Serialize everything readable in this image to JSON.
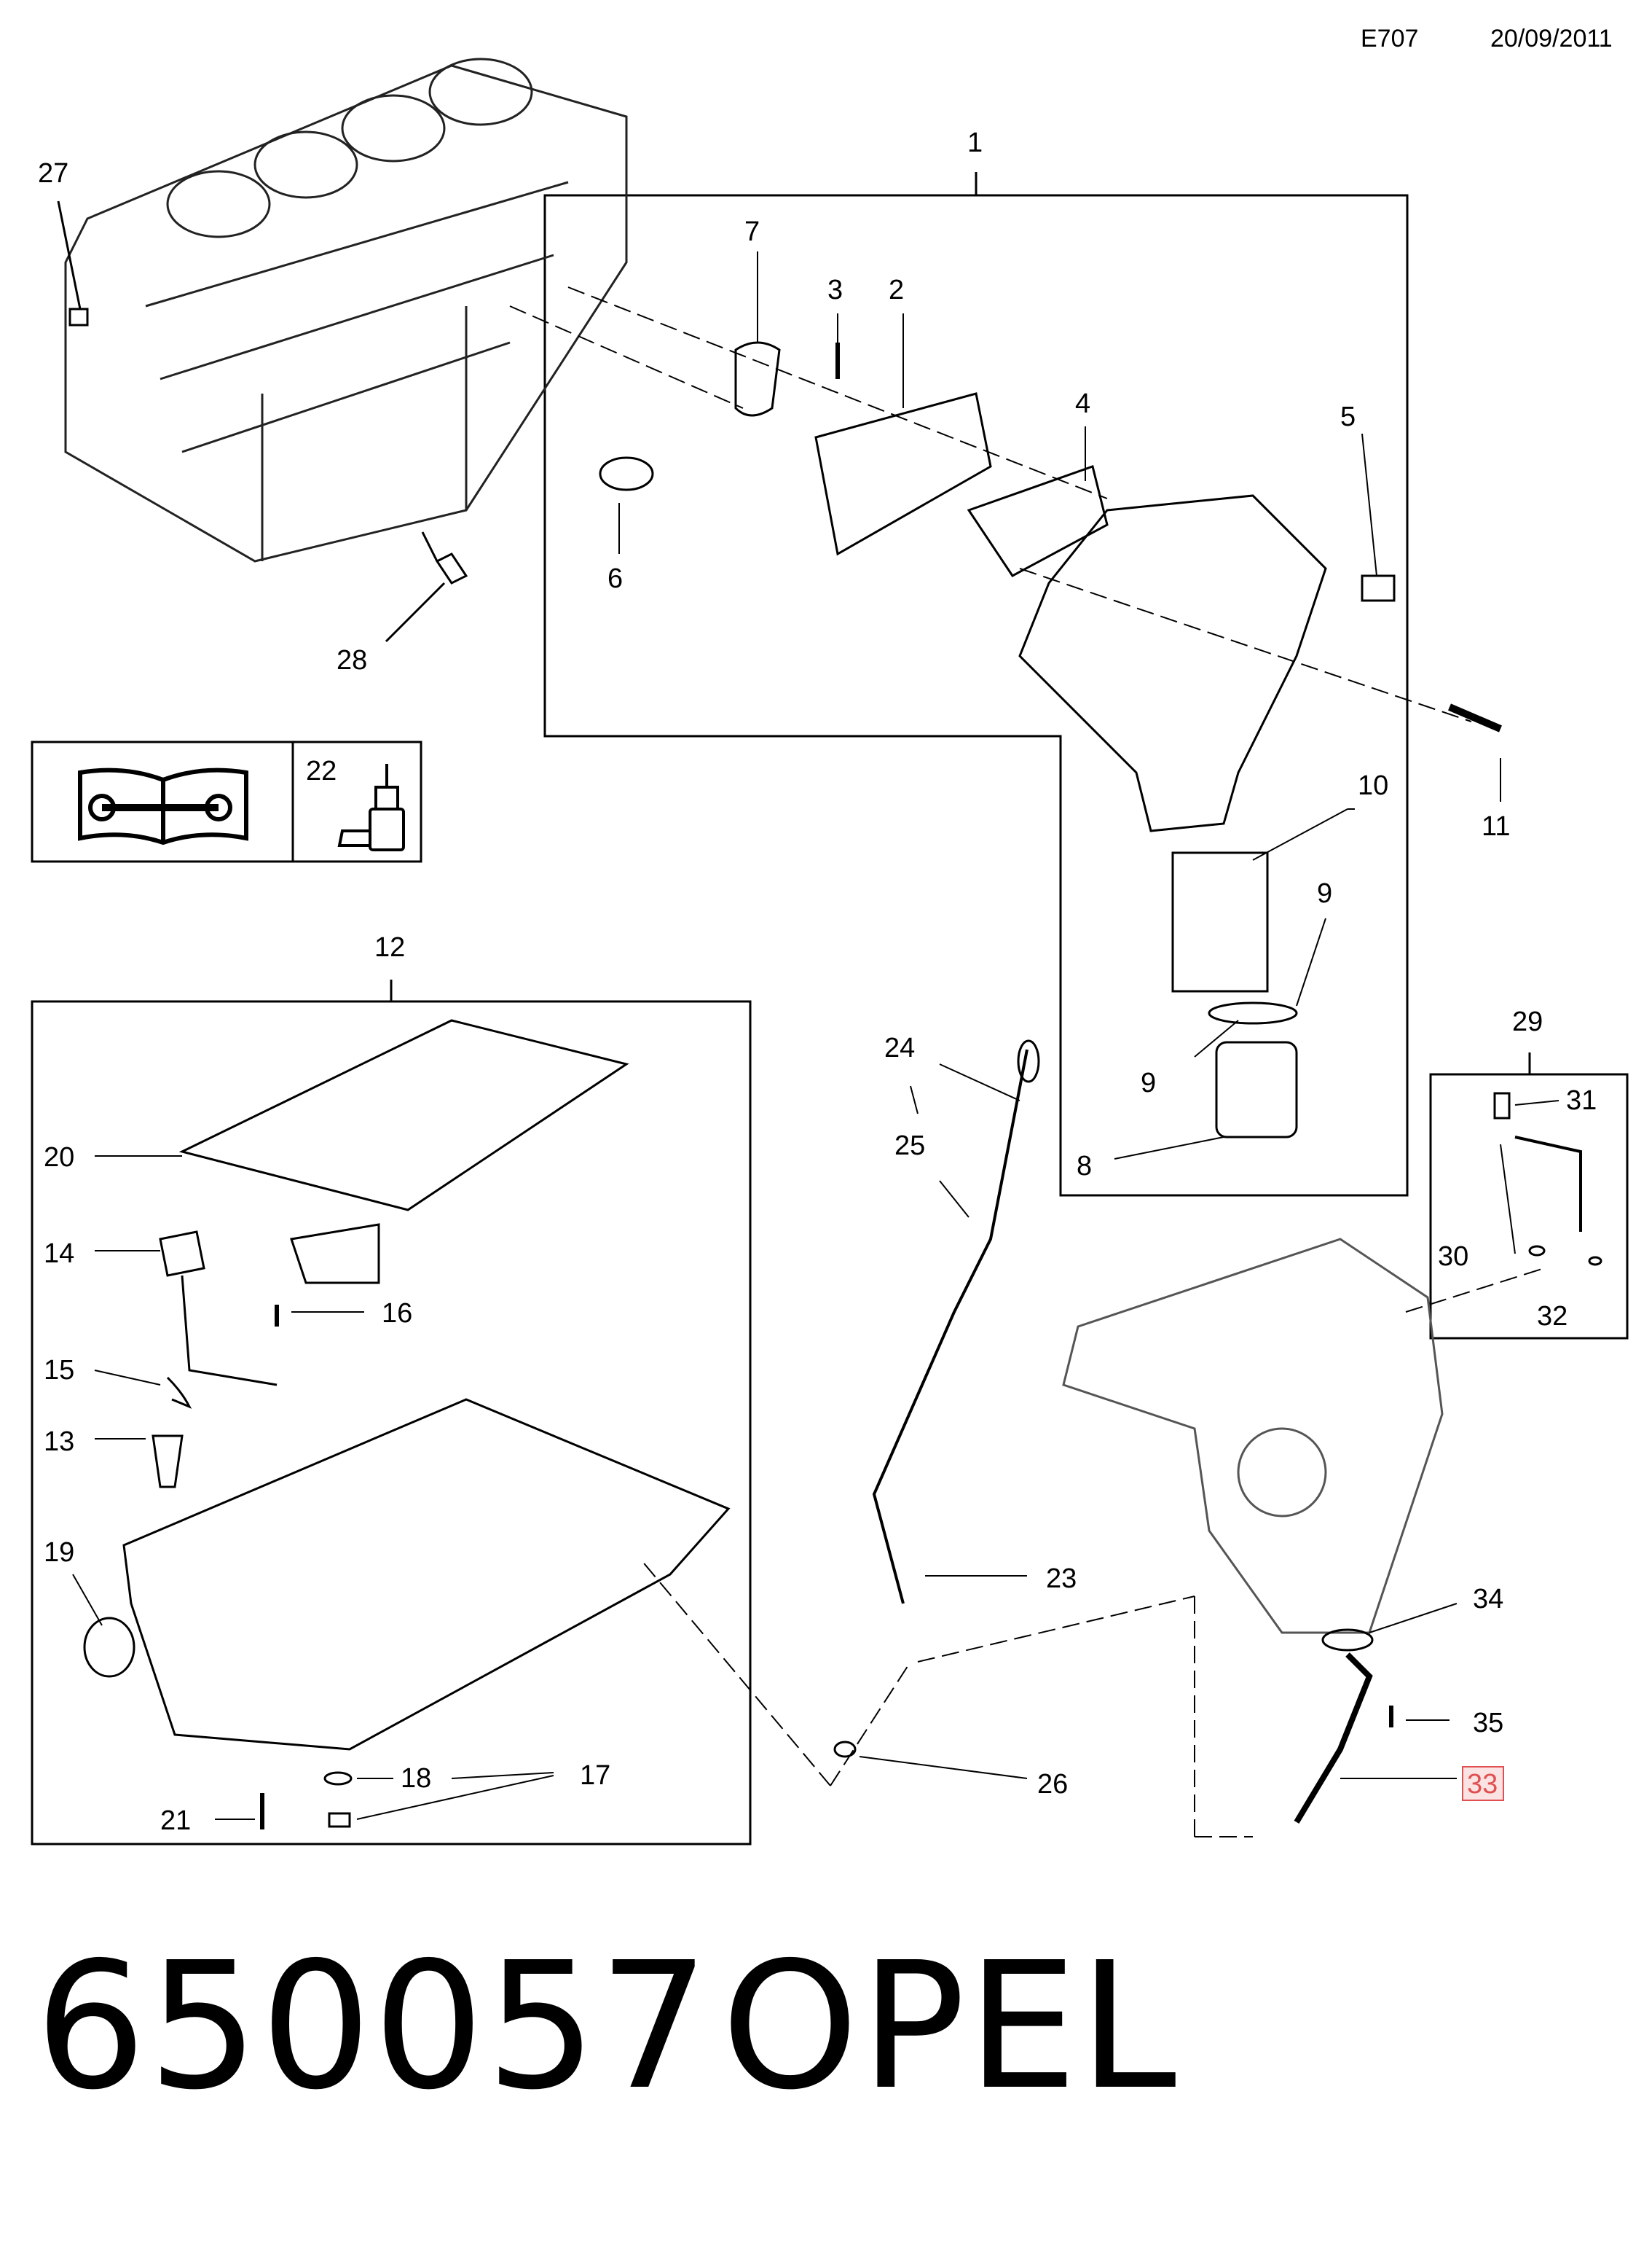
{
  "header": {
    "code": "E707",
    "date": "20/09/2011"
  },
  "callouts": {
    "c1": "1",
    "c2": "2",
    "c3": "3",
    "c4": "4",
    "c5": "5",
    "c6": "6",
    "c7": "7",
    "c8": "8",
    "c9a": "9",
    "c9b": "9",
    "c10": "10",
    "c11": "11",
    "c12": "12",
    "c13": "13",
    "c14": "14",
    "c15": "15",
    "c16": "16",
    "c17": "17",
    "c18": "18",
    "c19": "19",
    "c20": "20",
    "c21": "21",
    "c22": "22",
    "c23": "23",
    "c24": "24",
    "c25": "25",
    "c26": "26",
    "c27": "27",
    "c28": "28",
    "c29": "29",
    "c30": "30",
    "c31": "31",
    "c32": "32",
    "c33": "33",
    "c34": "34",
    "c35": "35"
  },
  "highlighted_callout": "33",
  "highlight_color": "#e05050",
  "icons": [
    "workshop-manual-icon",
    "sealant-tube-icon"
  ],
  "footer": {
    "part_number": "650057",
    "brand": "OPEL"
  }
}
